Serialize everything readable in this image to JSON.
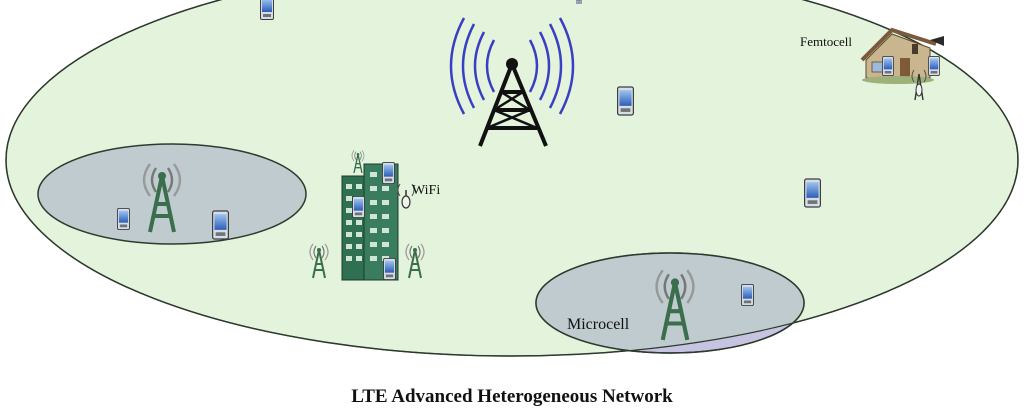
{
  "diagram": {
    "title": "LTE Advanced Heterogeneous Network",
    "labels": {
      "femtocell": "Femtocell",
      "wifi": "WiFi",
      "microcell": "Microcell"
    },
    "nodes": [
      {
        "id": "macro-cell",
        "kind": "macrocell-coverage"
      },
      {
        "id": "macro-tower",
        "kind": "macro-base-station"
      },
      {
        "id": "pico-cell",
        "kind": "small-cell-coverage"
      },
      {
        "id": "micro-cell",
        "kind": "microcell-coverage"
      },
      {
        "id": "office-building",
        "kind": "building-with-wifi"
      },
      {
        "id": "femto-house",
        "kind": "house-with-femtocell"
      }
    ],
    "icons": [
      "tower-icon",
      "small-cell-tower-icon",
      "building-icon",
      "house-icon",
      "mobile-phone-icon",
      "wifi-access-point-icon",
      "antenna-icon"
    ],
    "colors": {
      "macro_fill": "#e3f3dc",
      "small_cell_fill": "#bfcbcf",
      "micro_overlap": "#c6c4e0",
      "tower_blue": "#3a3fc2",
      "building_green": "#2f6f52",
      "outline": "#2e3a2e"
    }
  }
}
